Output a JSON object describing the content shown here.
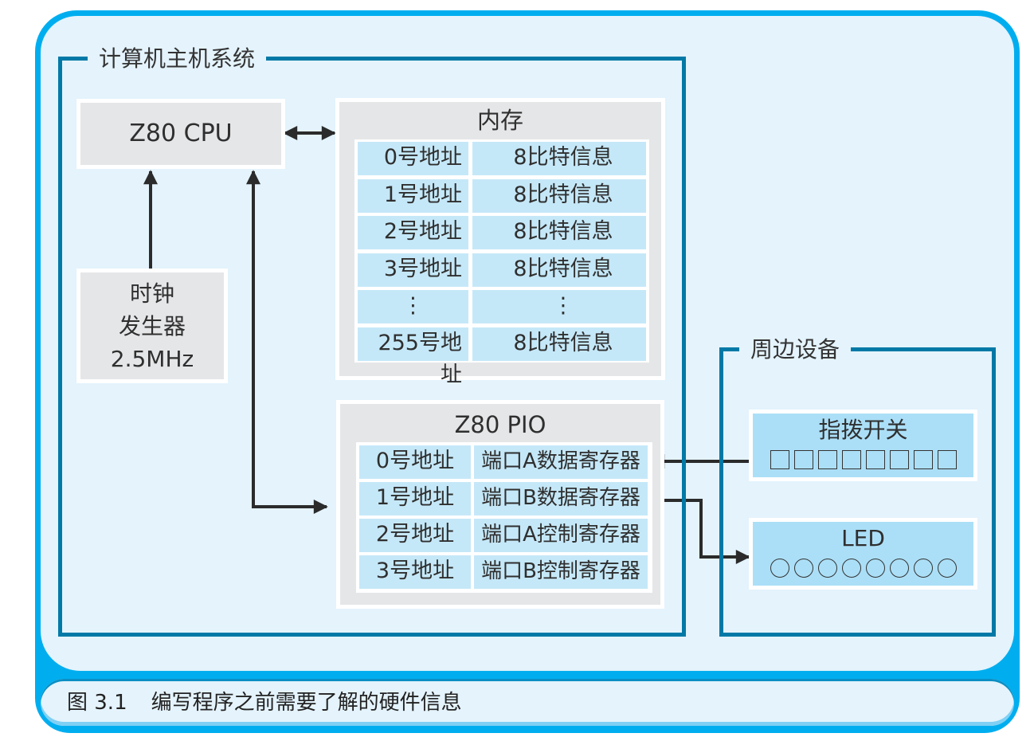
{
  "figure": {
    "caption_number": "图 3.1",
    "caption_text": "编写程序之前需要了解的硬件信息"
  },
  "host_system": {
    "title": "计算机主机系统",
    "cpu": {
      "label": "Z80 CPU"
    },
    "clock": {
      "line1": "时钟",
      "line2": "发生器",
      "line3": "2.5MHz"
    },
    "memory": {
      "title": "内存",
      "rows": [
        {
          "address": "0号地址",
          "content": "8比特信息"
        },
        {
          "address": "1号地址",
          "content": "8比特信息"
        },
        {
          "address": "2号地址",
          "content": "8比特信息"
        },
        {
          "address": "3号地址",
          "content": "8比特信息"
        },
        {
          "address": "⋮",
          "content": "⋮"
        },
        {
          "address": "255号地址",
          "content": "8比特信息"
        }
      ]
    },
    "pio": {
      "title": "Z80 PIO",
      "rows": [
        {
          "address": "0号地址",
          "register": "端口A数据寄存器"
        },
        {
          "address": "1号地址",
          "register": "端口B数据寄存器"
        },
        {
          "address": "2号地址",
          "register": "端口A控制寄存器"
        },
        {
          "address": "3号地址",
          "register": "端口B控制寄存器"
        }
      ]
    }
  },
  "peripherals": {
    "title": "周边设备",
    "dip_switch": {
      "label": "指拨开关",
      "count": 8,
      "icon": "square-switch-icon"
    },
    "led": {
      "label": "LED",
      "count": 8,
      "icon": "circle-led-icon"
    }
  },
  "colors": {
    "outer_frame": "#00aeef",
    "panel_bg": "#e4f3fc",
    "group_frame": "#0179a6",
    "box_gray": "#e5e6e8",
    "cell_blue": "#c5e8f8",
    "device_blue": "#abdff7",
    "wire": "#2b2b2b"
  }
}
